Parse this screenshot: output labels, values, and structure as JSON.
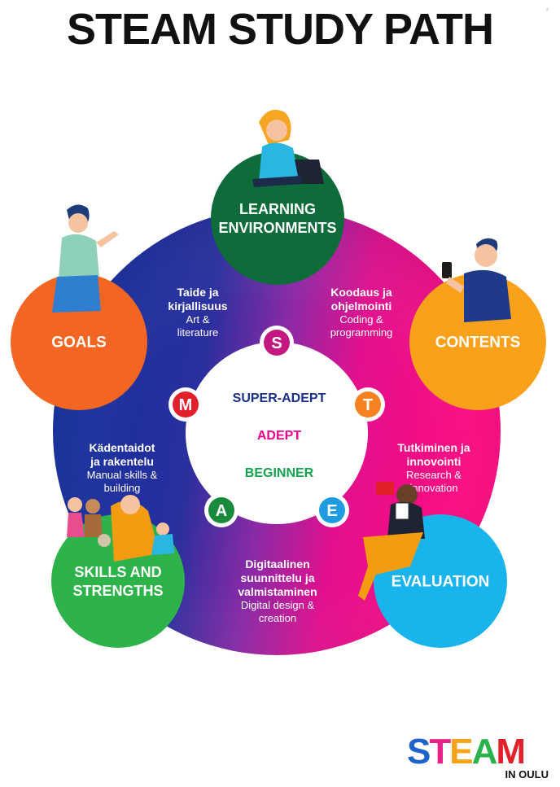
{
  "title": "STEAM STUDY PATH",
  "wheel": {
    "colors": {
      "blue": "#0d2f9c",
      "purple": "#6b2fa8",
      "pink": "#ec0a8c",
      "white": "#ffffff"
    }
  },
  "nodes": [
    {
      "id": "learning",
      "lines": [
        "LEARNING",
        "ENVIRONMENTS"
      ],
      "color": "#0e6b3a"
    },
    {
      "id": "contents",
      "lines": [
        "CONTENTS"
      ],
      "color": "#f9a11b"
    },
    {
      "id": "evaluation",
      "lines": [
        "EVALUATION"
      ],
      "color": "#1ab4ec"
    },
    {
      "id": "skills",
      "lines": [
        "SKILLS AND",
        "STRENGTHS"
      ],
      "color": "#2db34a"
    },
    {
      "id": "goals",
      "lines": [
        "GOALS"
      ],
      "color": "#f26522"
    }
  ],
  "segments": [
    {
      "id": "art",
      "fi": [
        "Taide ja",
        "kirjallisuus"
      ],
      "en": [
        "Art &",
        "literature"
      ]
    },
    {
      "id": "coding",
      "fi": [
        "Koodaus ja",
        "ohjelmointi"
      ],
      "en": [
        "Coding &",
        "programming"
      ]
    },
    {
      "id": "research",
      "fi": [
        "Tutkiminen ja",
        "innovointi"
      ],
      "en": [
        "Research &",
        "innovation"
      ]
    },
    {
      "id": "design",
      "fi": [
        "Digitaalinen",
        "suunnittelu ja",
        "valmistaminen"
      ],
      "en": [
        "Digital design &",
        "creation"
      ]
    },
    {
      "id": "manual",
      "fi": [
        "Kädentaidot",
        "ja rakentelu"
      ],
      "en": [
        "Manual skills &",
        "building"
      ]
    }
  ],
  "letters": [
    {
      "id": "s",
      "letter": "S",
      "color": "#c2187f"
    },
    {
      "id": "t",
      "letter": "T",
      "color": "#f58220"
    },
    {
      "id": "e",
      "letter": "E",
      "color": "#1e9be0"
    },
    {
      "id": "a",
      "letter": "A",
      "color": "#1a8a3c"
    },
    {
      "id": "m",
      "letter": "M",
      "color": "#e2202c"
    }
  ],
  "levels": [
    {
      "id": "super-adept",
      "label": "SUPER-ADEPT",
      "color": "#1a2f8a"
    },
    {
      "id": "adept",
      "label": "ADEPT",
      "color": "#ec008c"
    },
    {
      "id": "beginner",
      "label": "BEGINNER",
      "color": "#14a44d"
    }
  ],
  "logo": {
    "letters": [
      {
        "char": "S",
        "color": "#1d63c9"
      },
      {
        "char": "T",
        "color": "#e8218a"
      },
      {
        "char": "E",
        "color": "#f7a21b"
      },
      {
        "char": "A",
        "color": "#2ab24b"
      },
      {
        "char": "M",
        "color": "#e2202c"
      }
    ],
    "subtitle": "IN OULU"
  }
}
